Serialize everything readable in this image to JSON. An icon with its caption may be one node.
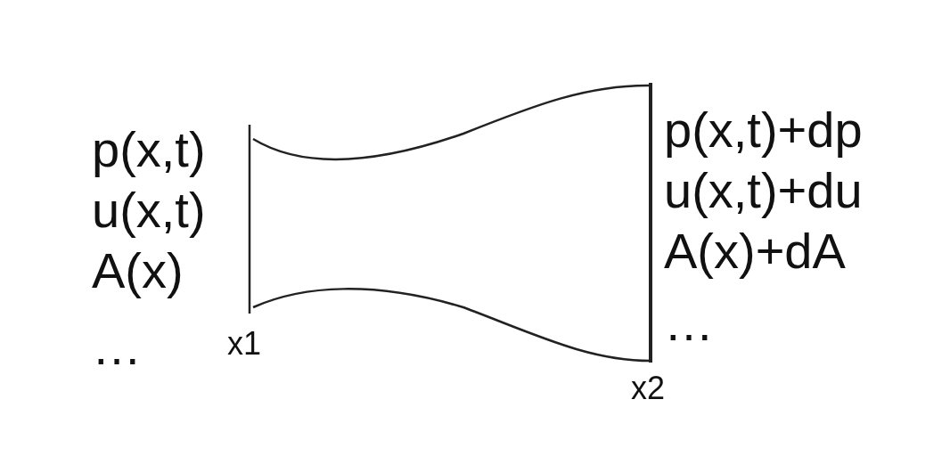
{
  "diagram": {
    "labels": [
      "p(x,t)",
      "u(x,t)",
      "A(x)",
      "…",
      "x1",
      "p(x,t)+dp",
      "u(x,t)+du",
      "A(x)+dA",
      "…",
      "x2"
    ]
  }
}
